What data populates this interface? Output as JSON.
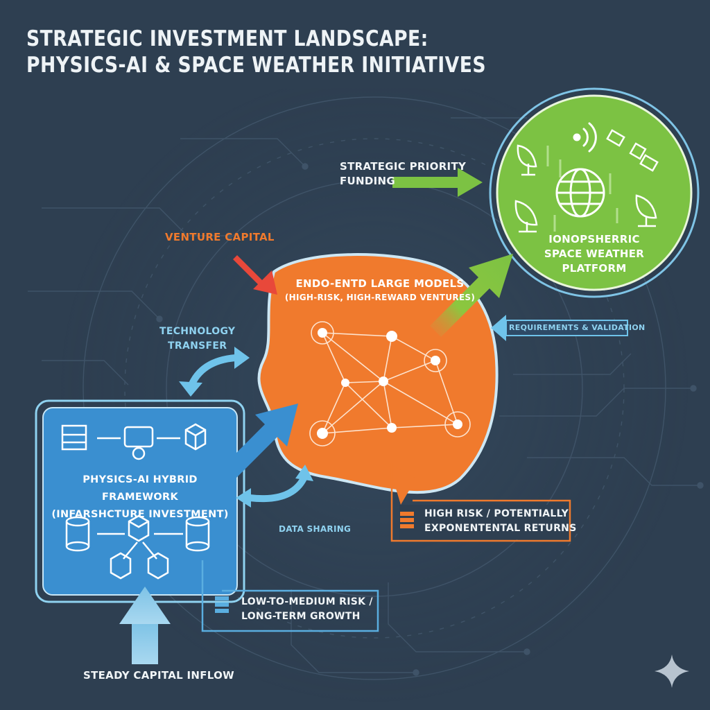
{
  "title": {
    "line1": "Strategic Investment Landscape:",
    "line2": "Physics-AI & Space Weather Initiatives"
  },
  "flows": {
    "strategic_priority": [
      "Strategic Priority",
      "Funding"
    ],
    "venture_capital": "Venture Capital",
    "technology_transfer": [
      "Technology",
      "Transfer"
    ],
    "requirements_validation": "Requirements & Validation",
    "data_sharing": "Data Sharing",
    "steady_capital": "Steady Capital Inflow"
  },
  "nodes": {
    "platform": {
      "lines": [
        "Ionopsherric",
        "Space Weather",
        "Platform"
      ],
      "icons": [
        "wireless-signal-icon",
        "satellite-dish-icon",
        "satellite-icon",
        "globe-icon"
      ]
    },
    "models": {
      "lines": [
        "Endo-Entd Large Models",
        "(High-Risk, High-Reward Ventures)"
      ],
      "note": [
        "High Risk / Potentially",
        "Exponentental Returns"
      ]
    },
    "framework": {
      "lines": [
        "Physics-AI Hybrid Framework",
        "(Infarshcture Investment)"
      ],
      "icons": [
        "server-icon",
        "robotic-arm-icon",
        "cube-icon",
        "database-icon"
      ],
      "note": [
        "Low-to-Medium Risk /",
        "Long-Term Growth"
      ]
    }
  },
  "colors": {
    "background": "#2e3f51",
    "platform_green": "#7cc243",
    "models_orange": "#f07a2d",
    "framework_blue": "#3a8fd0",
    "venture_red": "#e8483a",
    "title_text": "#eef3f6"
  }
}
